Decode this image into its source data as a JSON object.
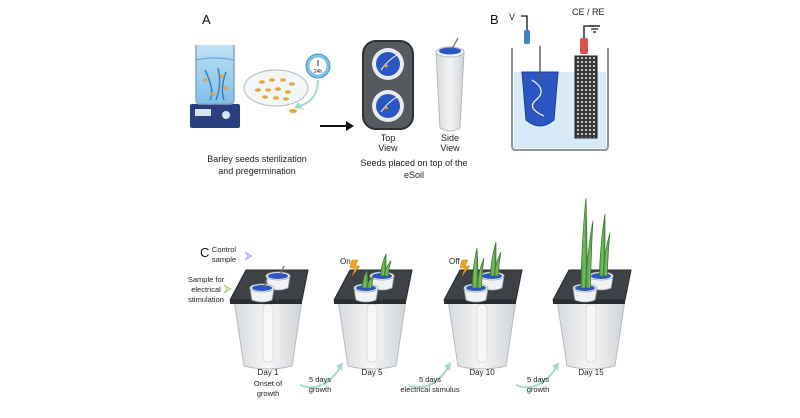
{
  "panels": {
    "a": "A",
    "b": "B",
    "c": "C"
  },
  "panel_a": {
    "timer": "24h",
    "step1_line1": "Barley seeds sterilization",
    "step1_line2": "and pregermination",
    "top_view_line1": "Top",
    "top_view_line2": "View",
    "side_view_line1": "Side",
    "side_view_line2": "View",
    "step2_line1": "Seeds placed on top of the",
    "step2_line2": "eSoil"
  },
  "panel_b": {
    "v_label": "V",
    "ce_re_label": "CE / RE"
  },
  "panel_c": {
    "control_line1": "Control",
    "control_line2": "sample",
    "stim_line1": "Sample for",
    "stim_line2": "electrical",
    "stim_line3": "stimulation",
    "on_label": "On",
    "off_label": "Off",
    "day1": "Day 1",
    "day5": "Day 5",
    "day10": "Day 10",
    "day15": "Day 15",
    "onset_line1": "Onset of",
    "onset_line2": "growth",
    "arrow1_line1": "5 days",
    "arrow1_line2": "growth",
    "arrow2_line1": "5 days",
    "arrow2_line2": "electrical stimulus",
    "arrow3_line1": "5 days",
    "arrow3_line2": "growth"
  },
  "colors": {
    "water": "#5a9fd8",
    "esoil_blue": "#2b56c4",
    "dark_blue": "#1f3f9a",
    "leaf_green": "#4d9a3f",
    "pot_gray": "#e4e7ea",
    "lid_dark": "#3e4246",
    "arrow_teal": "#a8d8d0",
    "stimulus_orange": "#f2a21b"
  }
}
